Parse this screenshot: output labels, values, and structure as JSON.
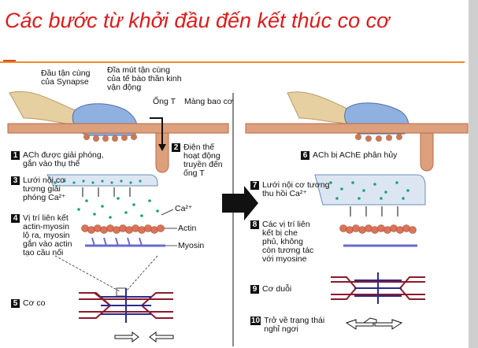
{
  "title": "Các bước từ khởi đầu đến kết thúc co cơ",
  "labels": {
    "synapse_end": "Đầu tận cùng\ncủa Synapse",
    "motor_neuron_end": "Đĩa mút tận cùng\ncủa tế bào thần kinh\nvận động",
    "t_tubule": "Ống T",
    "sarcolemma": "Màng bao cơ",
    "ca": "Ca²⁺",
    "actin": "Actin",
    "myosin": "Myosin"
  },
  "steps": [
    {
      "num": "1",
      "text": "ACh được giải phóng,\ngắn vào thụ thể"
    },
    {
      "num": "2",
      "text": "Điện thế\nhoạt động\ntruyền đến\nống T"
    },
    {
      "num": "3",
      "text": "Lưới nội cơ\ntương giải\nphóng Ca²⁺"
    },
    {
      "num": "4",
      "text": "Vị trí liên kết\nactin-myosin\nlộ ra, myosin\ngắn vào actin\ntạo cầu nối"
    },
    {
      "num": "5",
      "text": "Cơ co"
    },
    {
      "num": "6",
      "text": "ACh bị AChE phân hủy"
    },
    {
      "num": "7",
      "text": "Lưới nội cơ tương\nthu hồi Ca²⁺"
    },
    {
      "num": "8",
      "text": "Các vị trí liên\nkết bị che\nphủ, không\ncòn tương tác\nvới myosine"
    },
    {
      "num": "9",
      "text": "Cơ duỗi"
    },
    {
      "num": "10",
      "text": "Trở về trạng thái\nnghỉ ngơi"
    }
  ],
  "colors": {
    "title": "#e11a1a",
    "membrane": "#d9906a",
    "membrane_dark": "#b86a45",
    "nerve": "#e6cfa0",
    "synapse": "#8fb0e0",
    "ca_dots": "#1aa37a",
    "actin": "#d9745a",
    "myosin": "#6a6ad0",
    "sarcomere": "#8b1a2a",
    "ba_arrow": "#111111"
  }
}
